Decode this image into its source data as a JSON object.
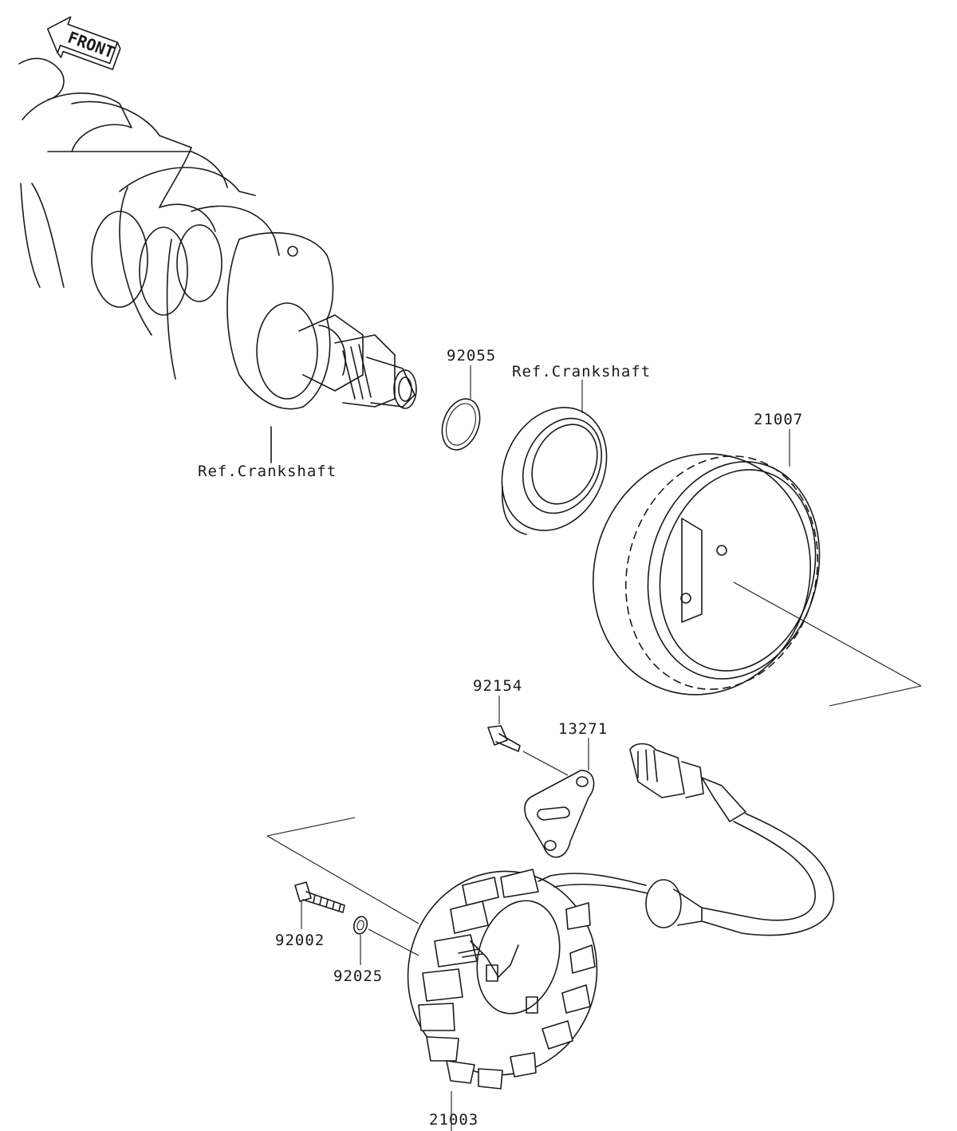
{
  "front_label": "FRONT",
  "labels": {
    "crank_ref_1": "Ref.Crankshaft",
    "crank_ref_2": "Ref.Crankshaft",
    "p92055": "92055",
    "p21007": "21007",
    "p92154": "92154",
    "p13271": "13271",
    "p92002": "92002",
    "p92025": "92025",
    "p21003": "21003"
  }
}
